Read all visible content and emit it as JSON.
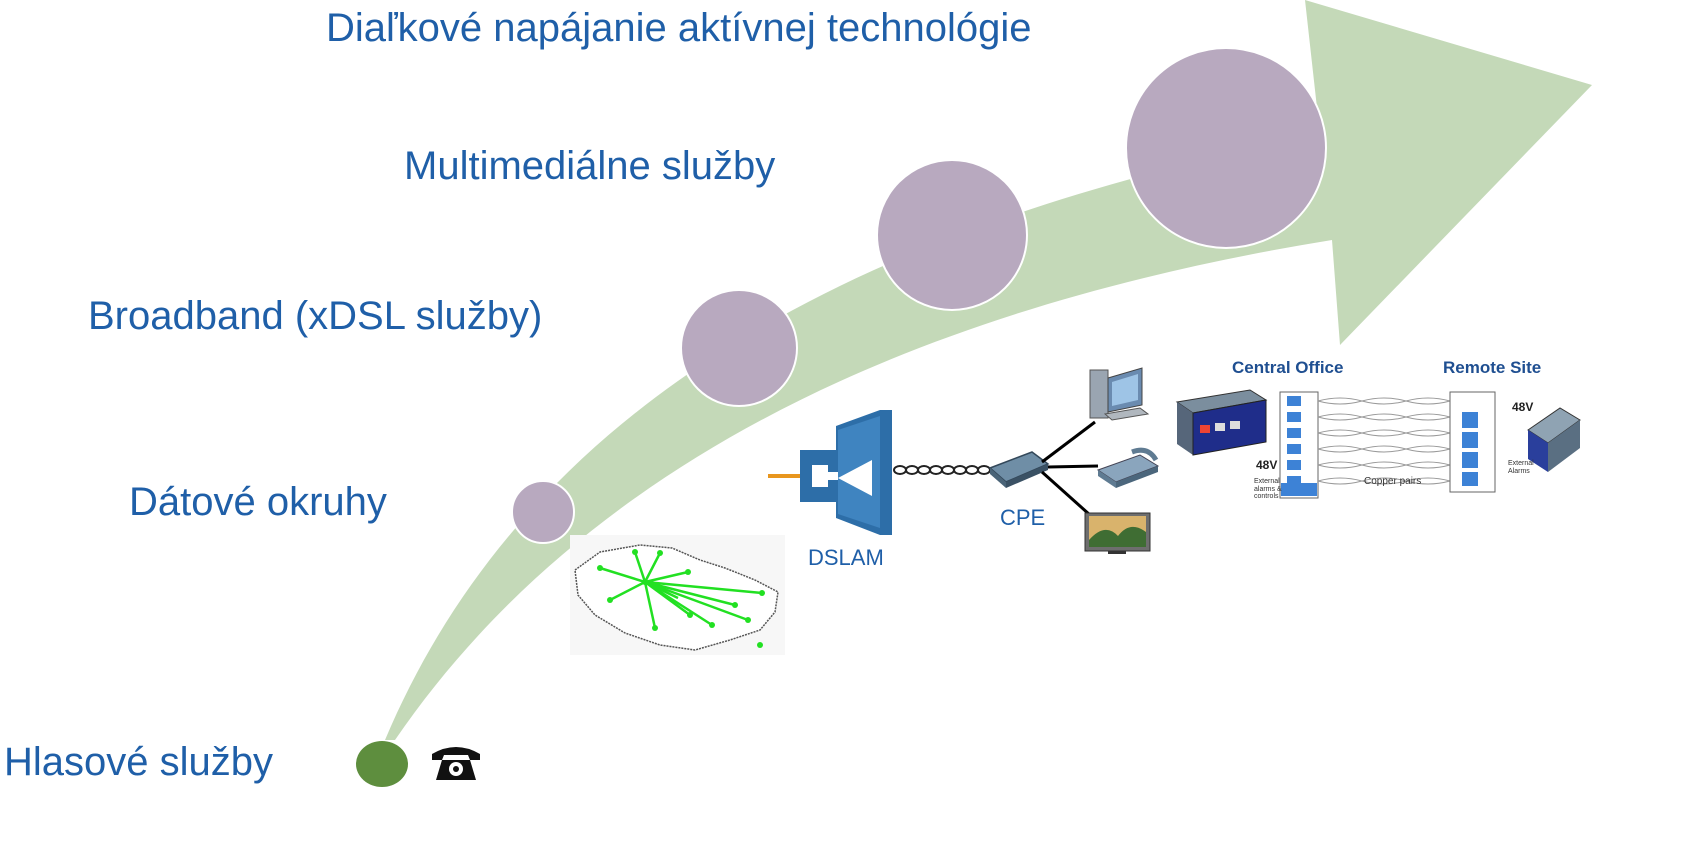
{
  "stages": [
    {
      "label": "Hlasové služby"
    },
    {
      "label": "Dátové okruhy"
    },
    {
      "label": "Broadband (xDSL služby)"
    },
    {
      "label": "Multimediálne služby"
    },
    {
      "label": "Diaľkové napájanie aktívnej technológie"
    }
  ],
  "dsl": {
    "dslam_label": "DSLAM",
    "cpe_label": "CPE"
  },
  "remote_power": {
    "central_office": "Central Office",
    "remote_site": "Remote Site",
    "voltage_co": "48V",
    "voltage_rs": "48V",
    "copper_pairs": "Copper pairs",
    "external_alarms_co": "External alarms & controls",
    "external_alarms_rs": "External Alarms"
  },
  "colors": {
    "arrow": "#c4d9b8",
    "circle": "#b8a9bf",
    "start_dot": "#5e8e3e",
    "text": "#1f5fa8",
    "dslam": "#2d6ea8",
    "map_line": "#22e022"
  },
  "icons": [
    "phone-icon",
    "computer-icon",
    "desk-phone-icon",
    "tv-icon",
    "router-icon",
    "dslam-icon",
    "czech-map-icon",
    "power-equipment-icon"
  ]
}
